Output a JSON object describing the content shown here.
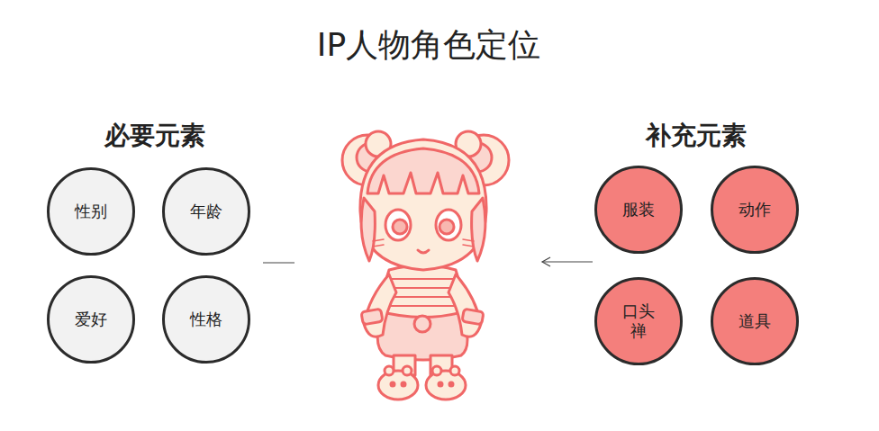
{
  "diagram": {
    "title": "IP人物角色定位",
    "nodes": [
      {
        "text": [
          "性别"
        ]
      },
      {
        "text": [
          "年龄"
        ]
      },
      {
        "text": [
          "爱好"
        ]
      },
      {
        "text": [
          "性格"
        ]
      },
      {
        "text": [
          "服装"
        ]
      },
      {
        "text": [
          "动作"
        ]
      },
      {
        "text": [
          "口头禅"
        ]
      },
      {
        "text": [
          "道具"
        ]
      }
    ],
    "labels": [
      "必要元素",
      "补充元素"
    ]
  }
}
